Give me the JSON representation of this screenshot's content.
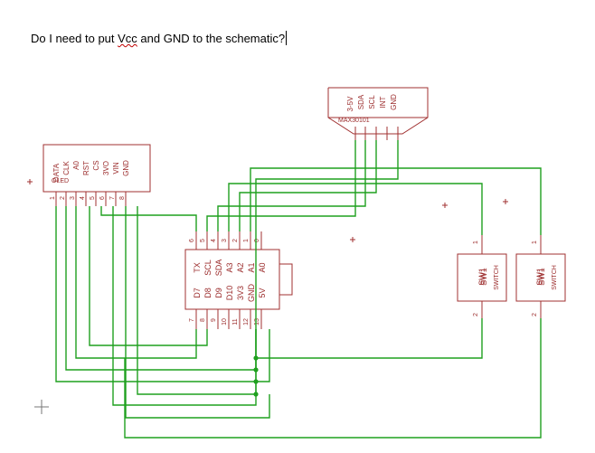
{
  "question": {
    "before": "Do I need to put ",
    "vcc": "Vcc",
    "after": " and GND to the schematic?"
  },
  "oled": {
    "name": "OLED",
    "pins": [
      "DATA",
      "CLK",
      "A0",
      "RST",
      "CS",
      "3VO",
      "VIN",
      "GND"
    ],
    "pin_numbers": [
      "1",
      "2",
      "3",
      "4",
      "5",
      "6",
      "7",
      "8"
    ]
  },
  "max30101": {
    "name": "MAX30101",
    "pins": [
      "3-5V",
      "SDA",
      "SCL",
      "INT",
      "GND"
    ]
  },
  "mcu": {
    "top_pin_numbers": [
      "6",
      "5",
      "4",
      "3",
      "2",
      "1",
      "0"
    ],
    "bottom_pin_numbers": [
      "7",
      "8",
      "9",
      "10",
      "11",
      "12",
      "13"
    ],
    "row1": [
      "D7",
      "D8",
      "D9",
      "D10",
      "3V3",
      "GND",
      "5V"
    ],
    "row2": [
      "TX",
      "SCL",
      "SDA",
      "A3",
      "A2",
      "A1",
      "A0"
    ]
  },
  "switches": [
    {
      "name": "SW1",
      "type": "SWITCH",
      "pin_top": "1",
      "pin_bottom": "2"
    },
    {
      "name": "SW1",
      "type": "SWITCH",
      "pin_top": "1",
      "pin_bottom": "2"
    }
  ],
  "colors": {
    "part": "#a03030",
    "wire": "#1fa01f"
  },
  "icons": [
    "crosshair-icon",
    "plus-icon"
  ]
}
